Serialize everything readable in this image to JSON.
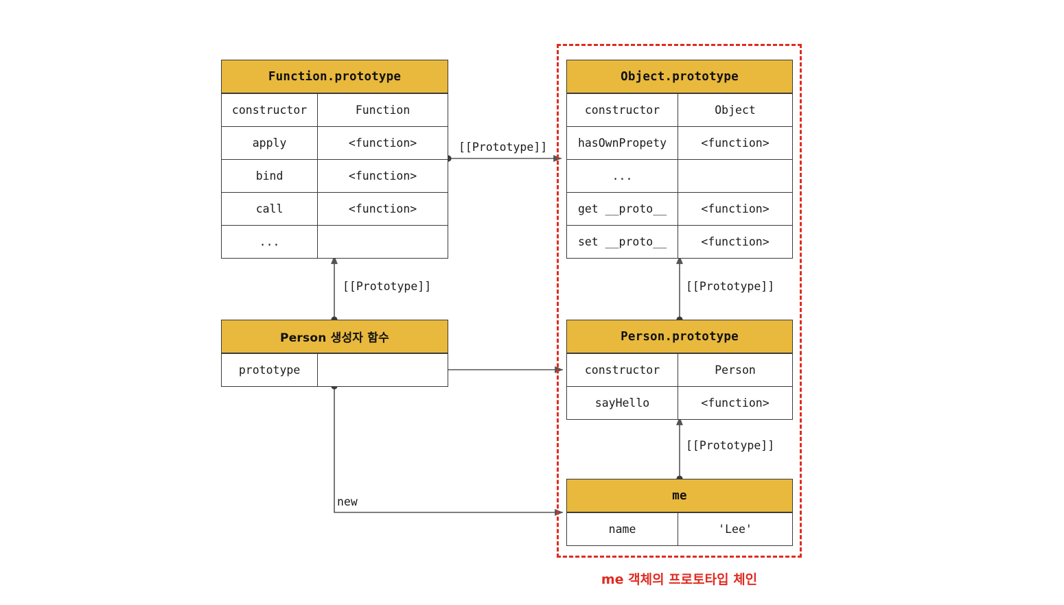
{
  "diagram": {
    "title_caption": "me 객체의 프로토타입 체인",
    "colors": {
      "header": "#E8B93C",
      "border": "#3a3a3a",
      "chain": "#e02b20",
      "wire": "#555555"
    }
  },
  "tables": {
    "function_prototype": {
      "title": "Function.prototype",
      "rows": [
        {
          "key": "constructor",
          "value": "Function"
        },
        {
          "key": "apply",
          "value": "<function>"
        },
        {
          "key": "bind",
          "value": "<function>"
        },
        {
          "key": "call",
          "value": "<function>"
        },
        {
          "key": "...",
          "value": ""
        }
      ]
    },
    "object_prototype": {
      "title": "Object.prototype",
      "rows": [
        {
          "key": "constructor",
          "value": "Object"
        },
        {
          "key": "hasOwnPropety",
          "value": "<function>"
        },
        {
          "key": "...",
          "value": ""
        },
        {
          "key": "get __proto__",
          "value": "<function>"
        },
        {
          "key": "set __proto__",
          "value": "<function>"
        }
      ]
    },
    "person_constructor": {
      "title": "Person 생성자 함수",
      "rows": [
        {
          "key": "prototype",
          "value": ""
        }
      ]
    },
    "person_prototype": {
      "title": "Person.prototype",
      "rows": [
        {
          "key": "constructor",
          "value": "Person"
        },
        {
          "key": "sayHello",
          "value": "<function>"
        }
      ]
    },
    "me_object": {
      "title": "me",
      "rows": [
        {
          "key": "name",
          "value": "'Lee'"
        }
      ]
    }
  },
  "edges": {
    "fn_to_obj": "[[Prototype]]",
    "person_to_fn": "[[Prototype]]",
    "personproto_to_objproto": "[[Prototype]]",
    "me_to_personproto": "[[Prototype]]",
    "new_label": "new"
  }
}
